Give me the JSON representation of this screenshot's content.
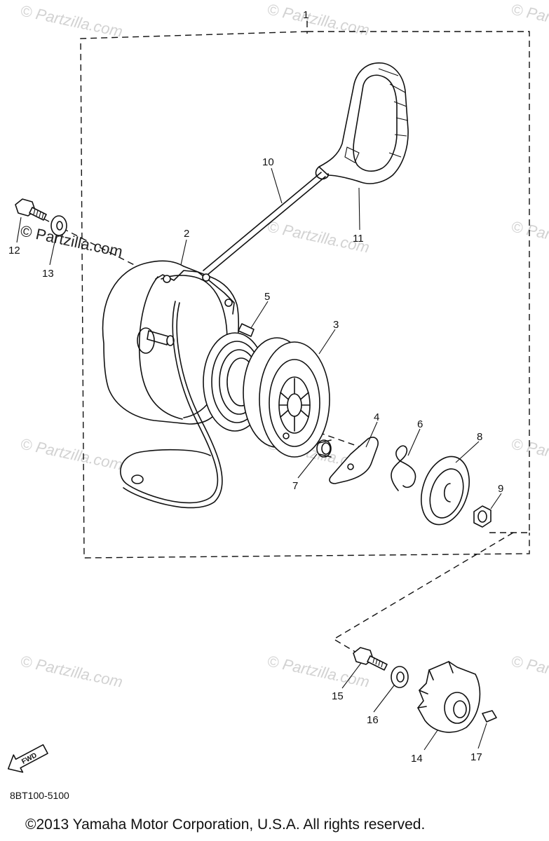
{
  "diagram": {
    "callouts": [
      {
        "id": "1",
        "text": "1"
      },
      {
        "id": "2",
        "text": "2"
      },
      {
        "id": "3",
        "text": "3"
      },
      {
        "id": "4",
        "text": "4"
      },
      {
        "id": "5",
        "text": "5"
      },
      {
        "id": "6",
        "text": "6"
      },
      {
        "id": "7",
        "text": "7"
      },
      {
        "id": "8",
        "text": "8"
      },
      {
        "id": "9",
        "text": "9"
      },
      {
        "id": "10",
        "text": "10"
      },
      {
        "id": "11",
        "text": "11"
      },
      {
        "id": "12",
        "text": "12"
      },
      {
        "id": "13",
        "text": "13"
      },
      {
        "id": "14",
        "text": "14"
      },
      {
        "id": "15",
        "text": "15"
      },
      {
        "id": "16",
        "text": "16"
      },
      {
        "id": "17",
        "text": "17"
      }
    ],
    "fwd_label": "FWD",
    "diagram_code": "8BT100-5100",
    "copyright": "©2013 Yamaha Motor Corporation, U.S.A. All rights reserved."
  },
  "watermark": {
    "text": "© Partzilla.com",
    "color": "#d2d2d2"
  }
}
